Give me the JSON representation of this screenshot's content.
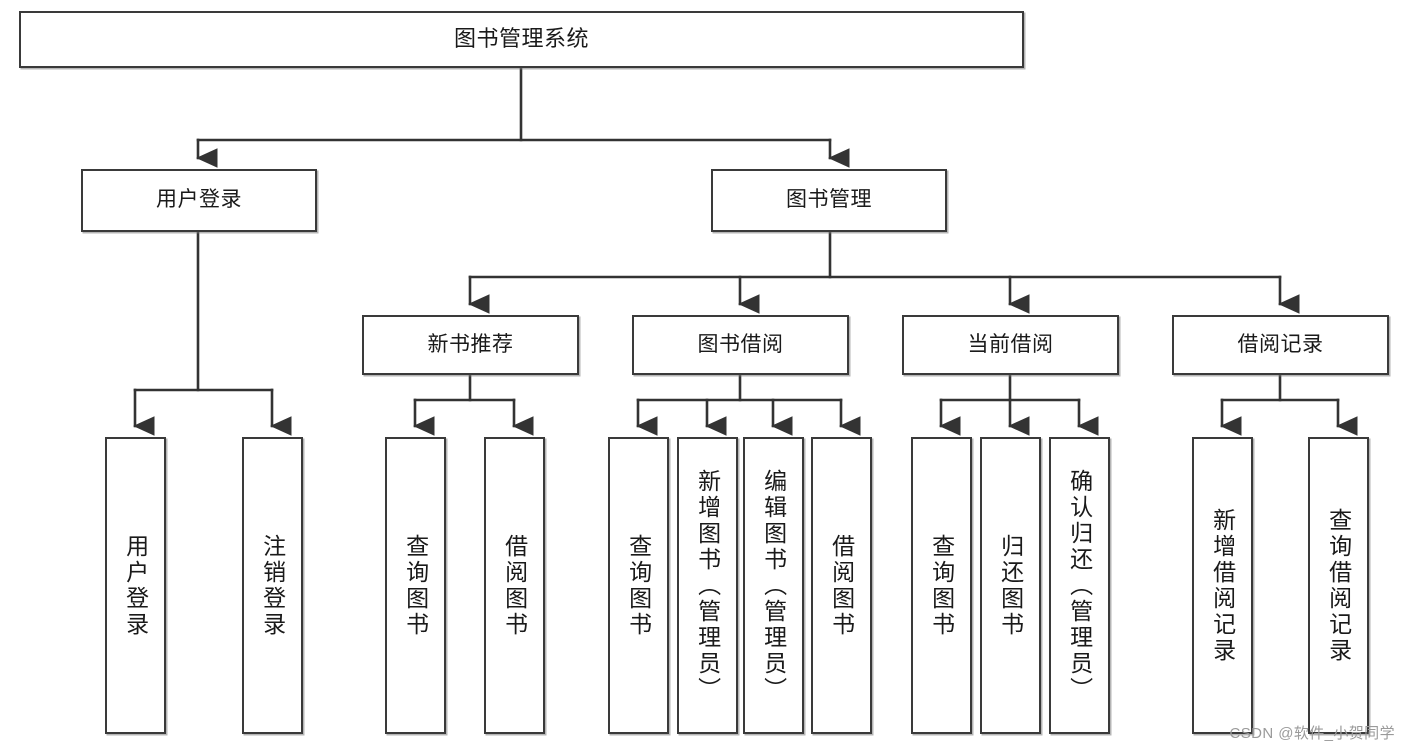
{
  "diagram": {
    "title": "图书管理系统",
    "type": "functional-structure-tree",
    "levels": 3
  },
  "nodes": {
    "root": {
      "label": "图书管理系统"
    },
    "level1": [
      {
        "id": "user-login",
        "label": "用户登录"
      },
      {
        "id": "book-management",
        "label": "图书管理"
      }
    ],
    "level2": [
      {
        "id": "new-book-recommend",
        "label": "新书推荐"
      },
      {
        "id": "book-borrow",
        "label": "图书借阅"
      },
      {
        "id": "current-borrow",
        "label": "当前借阅"
      },
      {
        "id": "borrow-record",
        "label": "借阅记录"
      }
    ],
    "leaves": {
      "user_login": [
        {
          "id": "leaf-user-login",
          "label": "用户登录"
        },
        {
          "id": "leaf-logout",
          "label": "注销登录"
        }
      ],
      "new_book_recommend": [
        {
          "id": "leaf-query-book-1",
          "label": "查询图书"
        },
        {
          "id": "leaf-borrow-book-1",
          "label": "借阅图书"
        }
      ],
      "book_borrow": [
        {
          "id": "leaf-query-book-2",
          "label": "查询图书"
        },
        {
          "id": "leaf-add-book",
          "label": "新增图书（管理员）"
        },
        {
          "id": "leaf-edit-book",
          "label": "编辑图书（管理员）"
        },
        {
          "id": "leaf-borrow-book-2",
          "label": "借阅图书"
        }
      ],
      "current_borrow": [
        {
          "id": "leaf-query-book-3",
          "label": "查询图书"
        },
        {
          "id": "leaf-return-book",
          "label": "归还图书"
        },
        {
          "id": "leaf-confirm-return",
          "label": "确认归还（管理员）"
        }
      ],
      "borrow_record": [
        {
          "id": "leaf-add-record",
          "label": "新增借阅记录"
        },
        {
          "id": "leaf-query-record",
          "label": "查询借阅记录"
        }
      ]
    }
  },
  "watermark": {
    "text": "CSDN @软件_小贺同学"
  },
  "colors": {
    "border": "#3a3a3a",
    "background": "#ffffff",
    "text": "#1a1a1a",
    "connector": "#333333",
    "watermark": "#9a9a9a"
  }
}
